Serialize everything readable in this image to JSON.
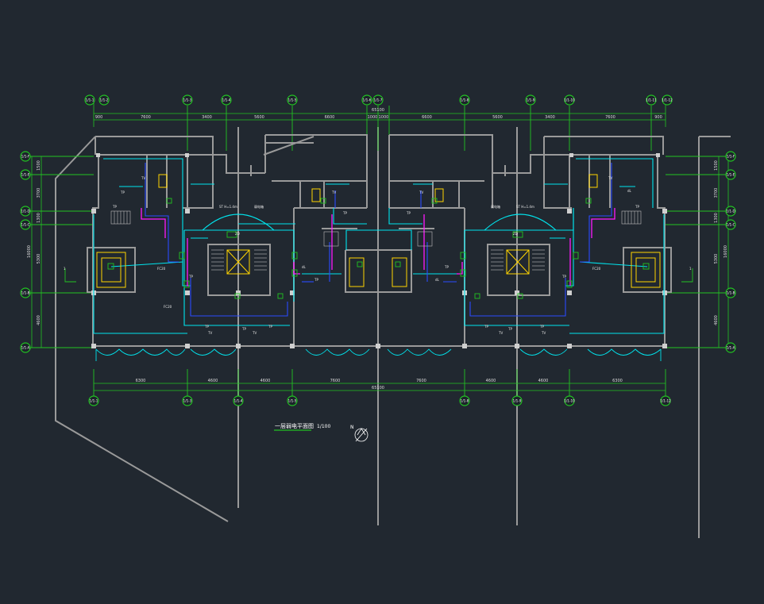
{
  "drawing": {
    "title": "一层弱电平面图",
    "scale": "1/100",
    "north_label": "N"
  },
  "dimensions": {
    "top": [
      "900",
      "7600",
      "3400",
      "5600",
      "6600",
      "1000",
      "1000",
      "6600",
      "5600",
      "3400",
      "7600",
      "900"
    ],
    "top_overall": "65100",
    "bottom": [
      "6300",
      "4600",
      "4600",
      "7600",
      "7600",
      "4600",
      "4600",
      "6300"
    ],
    "bottom_overall": "65100",
    "left": [
      "1500",
      "3700",
      "1300",
      "5300",
      "4600"
    ],
    "left_overall": "16000",
    "right": [
      "1500",
      "3700",
      "1300",
      "5300",
      "4600"
    ],
    "right_overall": "16000"
  },
  "axes": {
    "top": [
      "1/1-1",
      "1/1-2",
      "1/1-3",
      "1/1-4",
      "1/1-5",
      "1/1-6",
      "1/1-7",
      "1/1-8",
      "1/1-9",
      "1/1-10",
      "1/1-11",
      "1/1-12"
    ],
    "bottom": [
      "1/1-1",
      "1/1-3",
      "1/1-4",
      "1/1-5",
      "1/1-8",
      "1/1-9",
      "1/1-10",
      "1/1-12"
    ],
    "left": [
      "1/1-F",
      "1/1-E",
      "1/1-D",
      "1/1-C",
      "1/1-B",
      "1/1-A"
    ],
    "right": [
      "1/1-F",
      "1/1-E",
      "1/1-D",
      "1/1-C",
      "1/1-B",
      "1/1-A"
    ]
  },
  "devices": {
    "tp": "TP",
    "tv": "TV",
    "dl": "dL",
    "fc": "FC20",
    "box_main": "ZD",
    "lbl_tv_amp": "ST H=1.4m",
    "lbl_box": "弱电箱",
    "section_mark": "1"
  },
  "colors": {
    "background": "#212830",
    "wall": "#9a9a9a",
    "grid_line": "#22c322",
    "dimension": "#22c322",
    "cyan": "#00e5ee",
    "blue": "#2a4bff",
    "magenta": "#ff1aff",
    "yellow": "#ffd400",
    "text": "#ffffff"
  }
}
